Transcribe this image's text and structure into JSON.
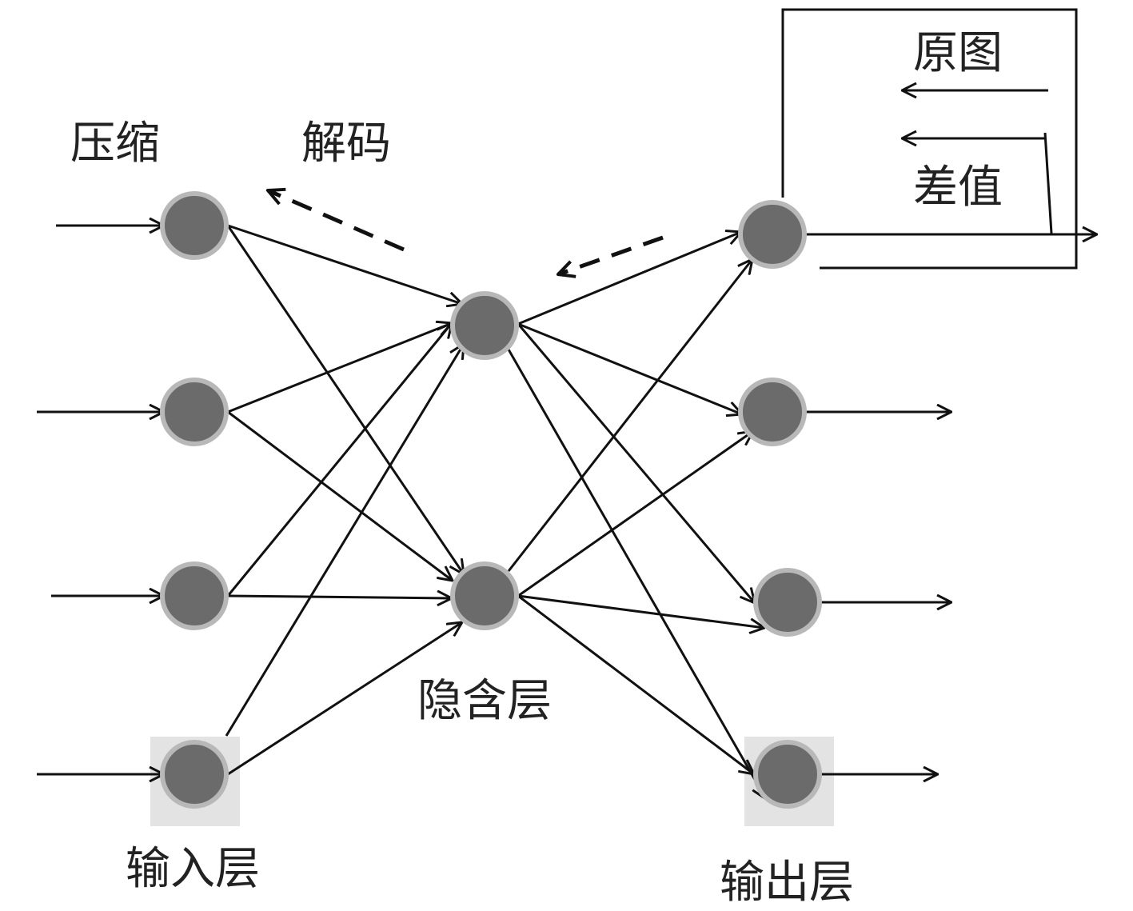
{
  "labels": {
    "compress": "压缩",
    "decode": "解码",
    "original": "原图",
    "difference": "差值",
    "hidden_layer": "隐含层",
    "input_layer": "输入层",
    "output_layer": "输出层"
  },
  "colors": {
    "node_fill": "#6b6b6b",
    "node_ring": "#b8b8b8",
    "highlight_bg": "#e3e3e3",
    "line": "#111111"
  }
}
